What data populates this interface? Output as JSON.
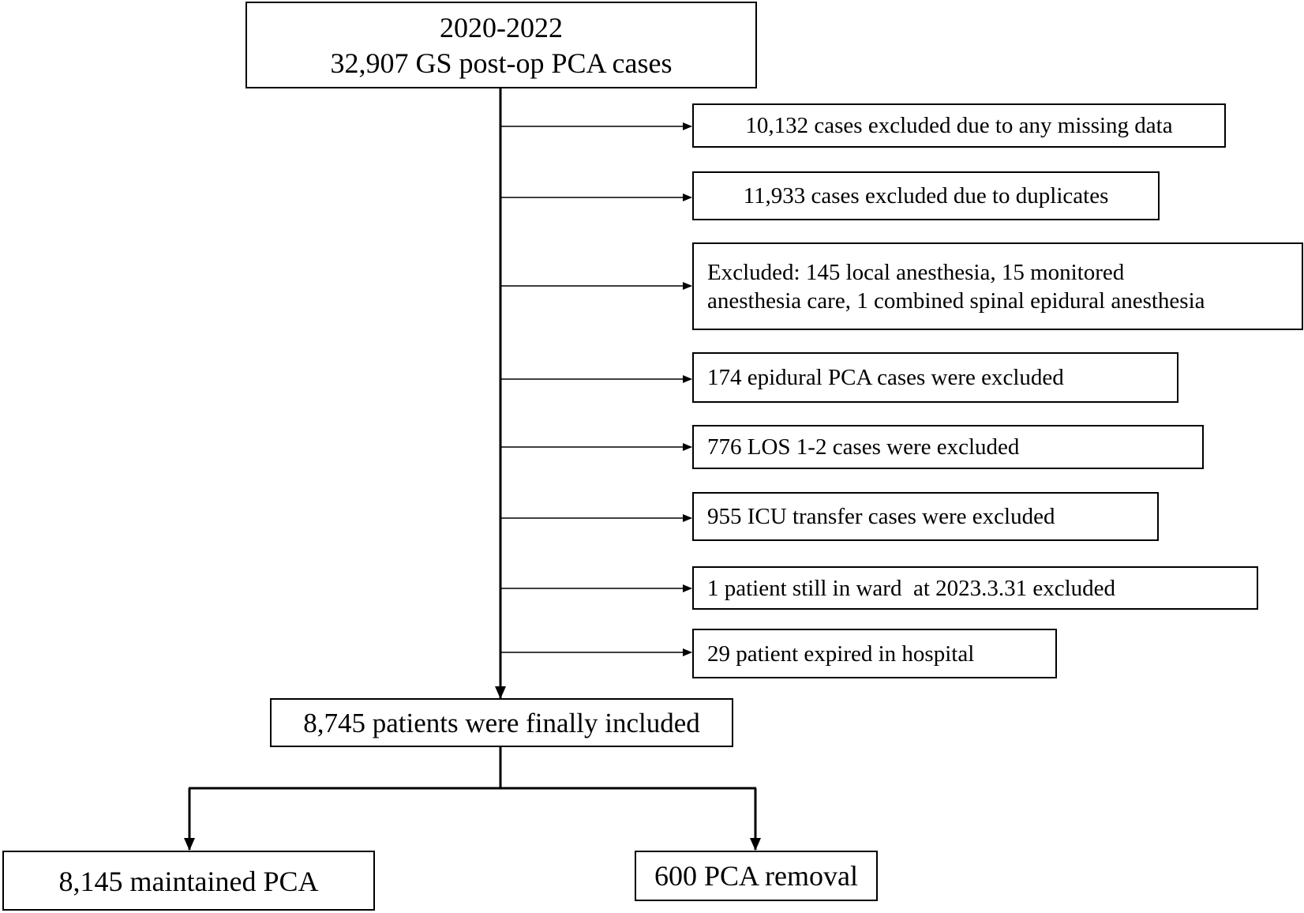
{
  "flowchart": {
    "start": {
      "line1": "2020-2022",
      "line2": "32,907 GS post-op PCA cases"
    },
    "exclusions": [
      {
        "text": "10,132 cases excluded due to any missing data"
      },
      {
        "text": "11,933 cases excluded due to duplicates"
      },
      {
        "line1": "Excluded: 145 local anesthesia, 15 monitored",
        "line2": "anesthesia care, 1 combined spinal epidural anesthesia"
      },
      {
        "text": "174 epidural PCA cases were excluded"
      },
      {
        "text": "776 LOS 1-2 cases were excluded"
      },
      {
        "text": "955 ICU transfer cases were excluded"
      },
      {
        "text": "1 patient still in ward  at 2023.3.31 excluded"
      },
      {
        "text": "29 patient expired in hospital"
      }
    ],
    "final": {
      "text": "8,745 patients were finally included"
    },
    "outcomes": [
      {
        "text": "8,145 maintained PCA"
      },
      {
        "text": "600 PCA removal"
      }
    ]
  },
  "colors": {
    "stroke": "#000000",
    "background": "#ffffff"
  }
}
